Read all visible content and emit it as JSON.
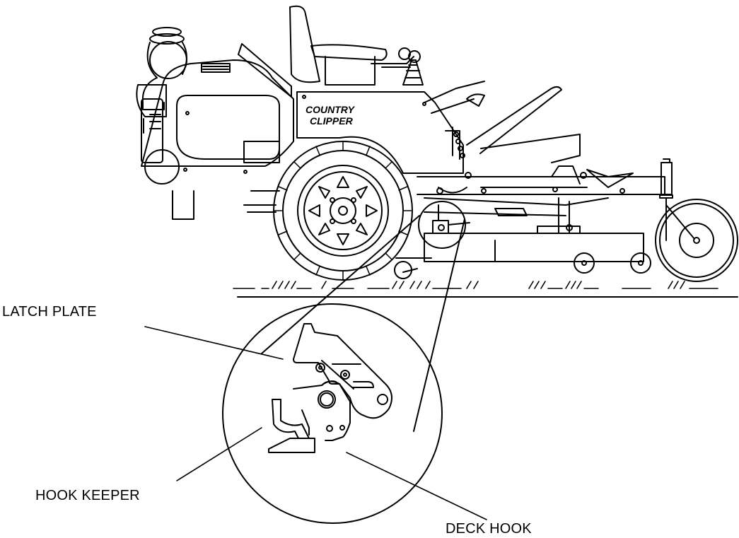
{
  "brand": {
    "line1": "COUNTRY",
    "line2": "CLIPPER"
  },
  "callouts": {
    "latch_plate": "LATCH PLATE",
    "hook_keeper": "HOOK KEEPER",
    "deck_hook": "DECK HOOK"
  },
  "colors": {
    "ink": "#000000",
    "paper": "#ffffff"
  }
}
